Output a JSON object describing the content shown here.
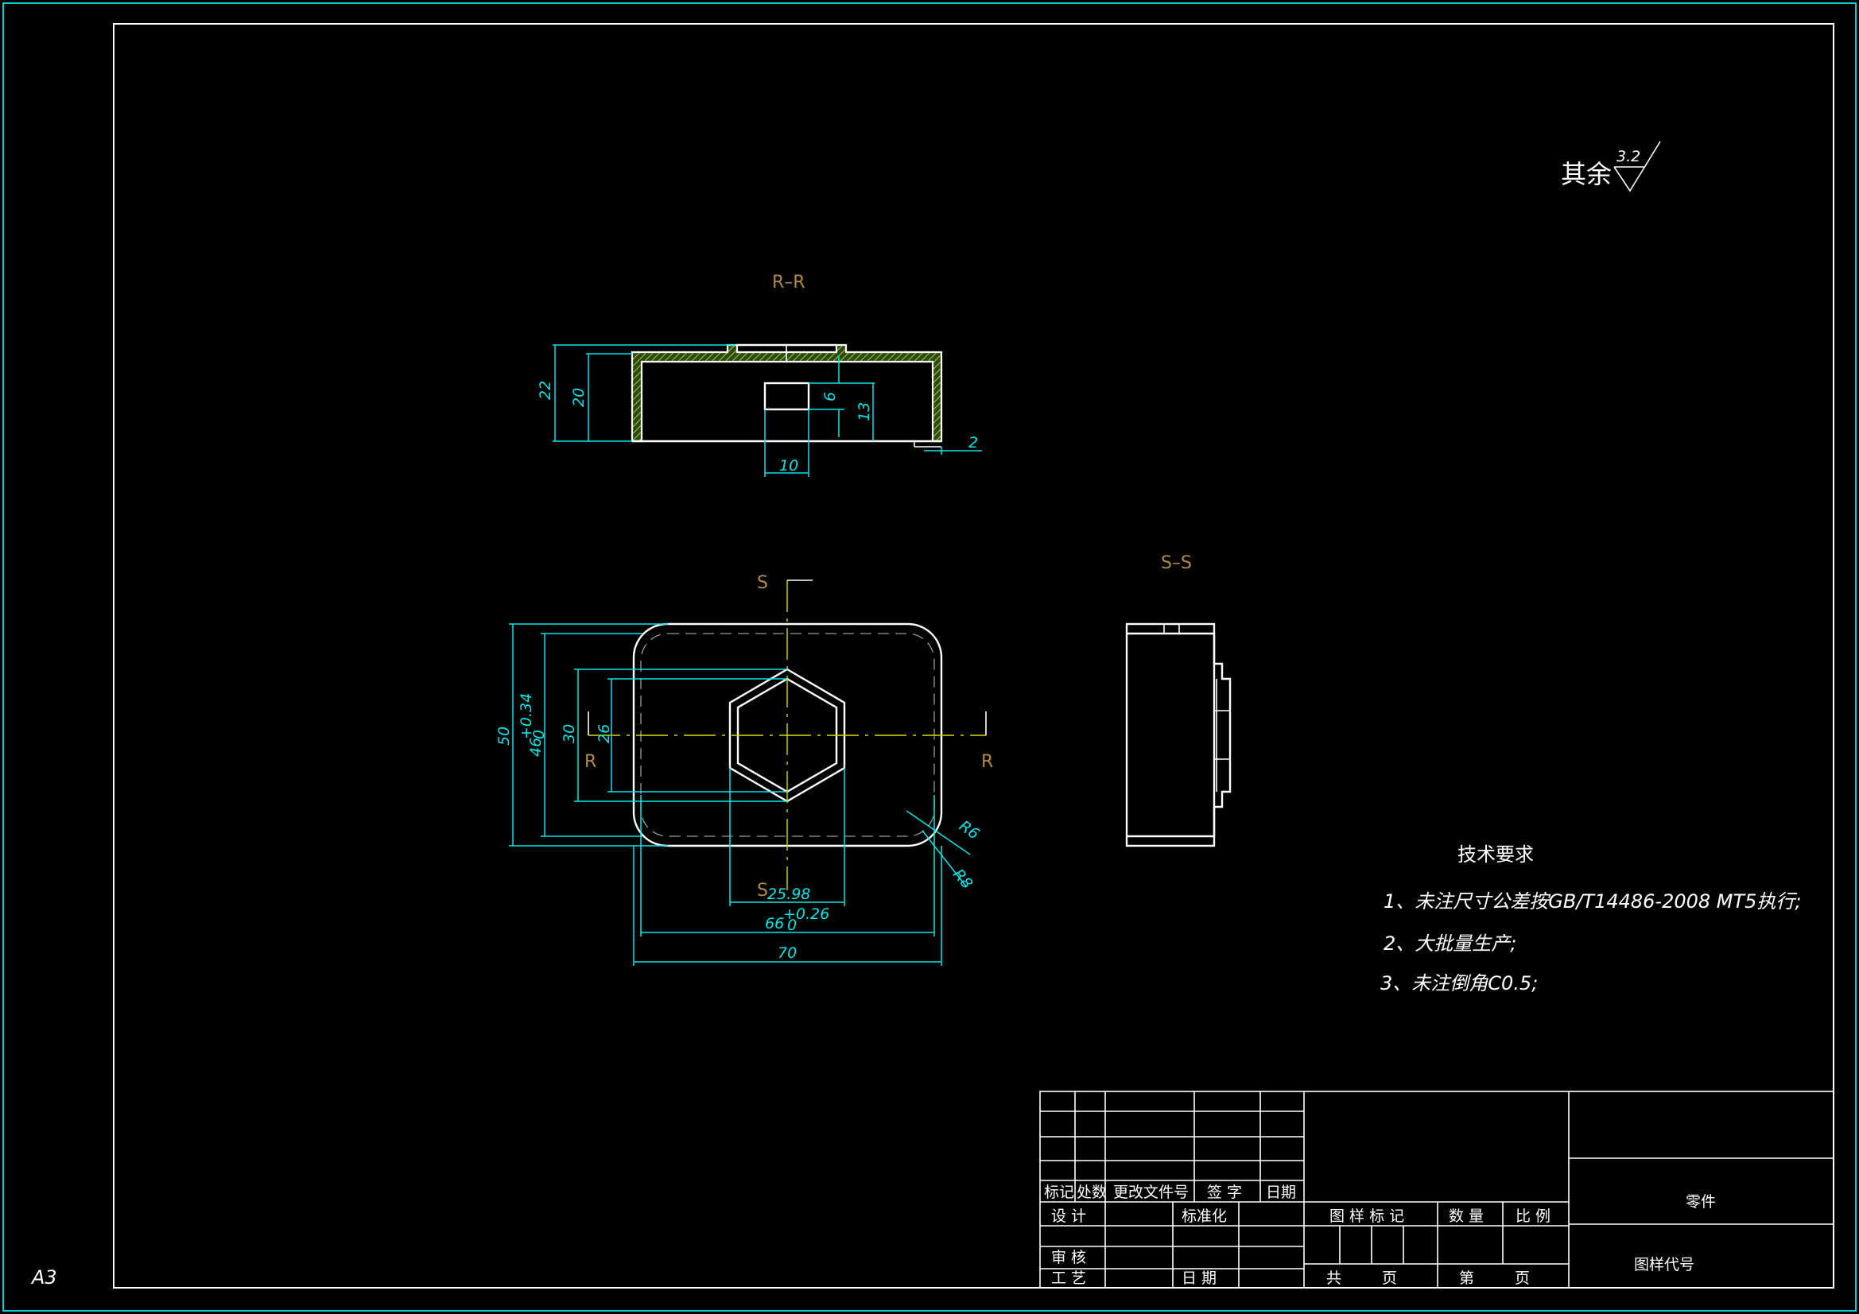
{
  "sheet": {
    "size_label": "A3"
  },
  "roughness": {
    "label": "其余",
    "value": "3.2"
  },
  "views": {
    "section_rr": {
      "label": "R–R"
    },
    "section_ss": {
      "label": "S–S"
    },
    "markers": {
      "s": "S",
      "r": "R"
    }
  },
  "dimensions": {
    "rr_height_total": "22",
    "rr_height_inner": "20",
    "rr_hole_height": "6",
    "rr_hole_offset": "13",
    "rr_wall": "2",
    "rr_hole_width": "10",
    "plan_height_outer": "50",
    "plan_height_inner": "46",
    "plan_height_inner_tol": "+0.34",
    "plan_height_inner_tol_lo": "0",
    "plan_hex_height": "30",
    "plan_hex_inner": "26",
    "plan_hex_width": "25.98",
    "plan_width_inner": "66",
    "plan_width_inner_tol": "+0.26",
    "plan_width_inner_tol_lo": "0",
    "plan_width_outer": "70",
    "radius_outer": "R6",
    "radius_inner": "R8"
  },
  "tech_requirements": {
    "title": "技术要求",
    "items": [
      "1、未注尺寸公差按GB/T14486-2008 MT5执行;",
      "2、大批量生产;",
      "3、未注倒角C0.5;"
    ]
  },
  "title_block": {
    "headers": [
      "标记",
      "处数",
      "更改文件号",
      "签 字",
      "日期"
    ],
    "design": "设 计",
    "standard": "标准化",
    "review": "审 核",
    "process": "工 艺",
    "date": "日 期",
    "drawing_mark": "图 样 标 记",
    "quantity": "数 量",
    "scale": "比 例",
    "total": "共",
    "page": "页",
    "sheet_no": "第",
    "sheet_page": "页",
    "part_name": "零件",
    "drawing_code": "图样代号"
  }
}
